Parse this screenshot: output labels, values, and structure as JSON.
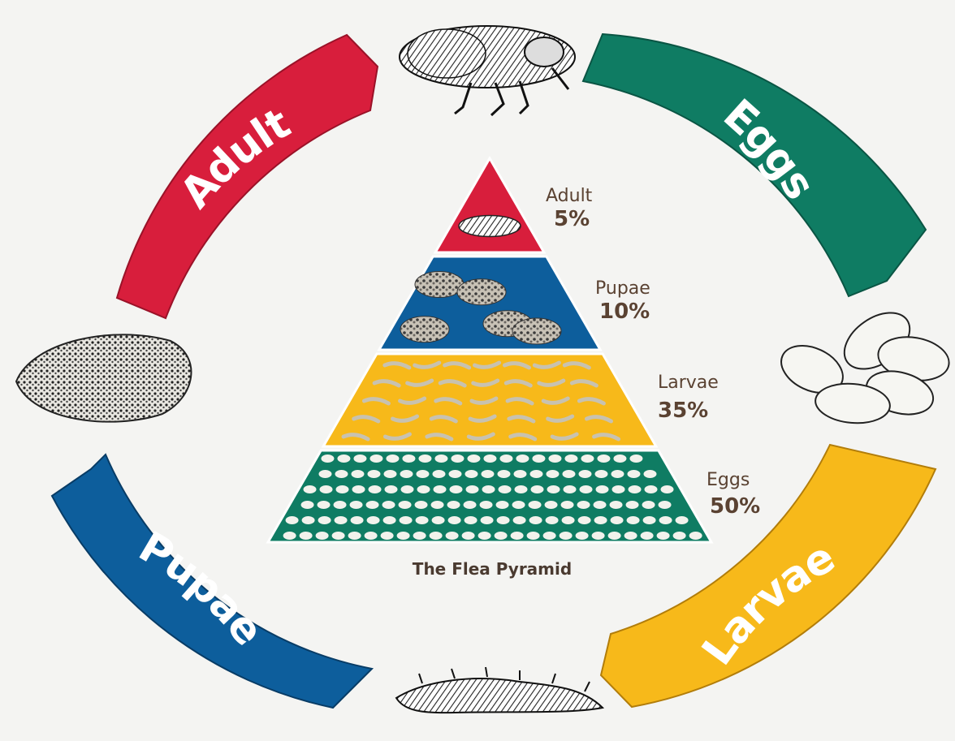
{
  "cycle": {
    "adult_label": "Adult",
    "eggs_label": "Eggs",
    "larvae_label": "Larvae",
    "pupae_label": "Pupae",
    "colors": {
      "adult": "#d81e3c",
      "eggs": "#0f7c63",
      "larvae": "#f7b91a",
      "pupae": "#0d5e9c"
    }
  },
  "pyramid": {
    "caption": "The Flea Pyramid",
    "tiers": [
      {
        "name": "Adult",
        "percent": "5%",
        "color": "#d81e3c"
      },
      {
        "name": "Pupae",
        "percent": "10%",
        "color": "#0d5e9c"
      },
      {
        "name": "Larvae",
        "percent": "35%",
        "color": "#f7b91a"
      },
      {
        "name": "Eggs",
        "percent": "50%",
        "color": "#0f7c63"
      }
    ]
  },
  "icons": {
    "adult_illustration": "flea-icon",
    "eggs_illustration": "eggs-icon",
    "larva_illustration": "larva-icon",
    "pupa_illustration": "cocoon-icon"
  }
}
